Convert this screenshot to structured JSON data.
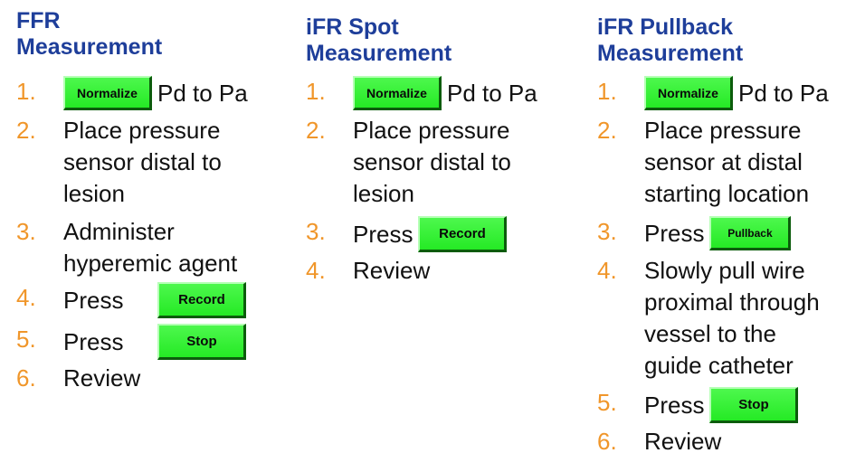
{
  "columns": {
    "ffr": {
      "title_line1": "FFR",
      "title_line2": "Measurement",
      "steps": [
        {
          "num": "1.",
          "button": "Normalize",
          "text": "Pd to Pa"
        },
        {
          "num": "2.",
          "lines": [
            "Place pressure",
            "sensor distal to",
            "lesion"
          ]
        },
        {
          "num": "3.",
          "lines": [
            "Administer",
            "hyperemic agent"
          ]
        },
        {
          "num": "4.",
          "text": "Press",
          "button": "Record"
        },
        {
          "num": "5.",
          "text": "Press",
          "button": "Stop"
        },
        {
          "num": "6.",
          "text": "Review"
        }
      ]
    },
    "spot": {
      "title_line1": "iFR Spot",
      "title_line2": "Measurement",
      "steps": [
        {
          "num": "1.",
          "button": "Normalize",
          "text": "Pd to Pa"
        },
        {
          "num": "2.",
          "lines": [
            "Place pressure",
            "sensor distal to",
            "lesion"
          ]
        },
        {
          "num": "3.",
          "text": "Press",
          "button": "Record"
        },
        {
          "num": "4.",
          "text": "Review"
        }
      ]
    },
    "pullback": {
      "title_line1": "iFR Pullback",
      "title_line2": "Measurement",
      "steps": [
        {
          "num": "1.",
          "button": "Normalize",
          "text": "Pd to Pa"
        },
        {
          "num": "2.",
          "lines": [
            "Place pressure",
            "sensor at distal",
            "starting location"
          ]
        },
        {
          "num": "3.",
          "text": "Press",
          "button": "Pullback"
        },
        {
          "num": "4.",
          "lines": [
            "Slowly pull wire",
            "proximal through",
            "vessel to the",
            "guide catheter"
          ]
        },
        {
          "num": "5.",
          "text": "Press",
          "button": "Stop"
        },
        {
          "num": "6.",
          "text": "Review"
        }
      ]
    }
  },
  "colors": {
    "title": "#1e3e9a",
    "step_number": "#f0962a",
    "button_green": "#33ee33"
  }
}
